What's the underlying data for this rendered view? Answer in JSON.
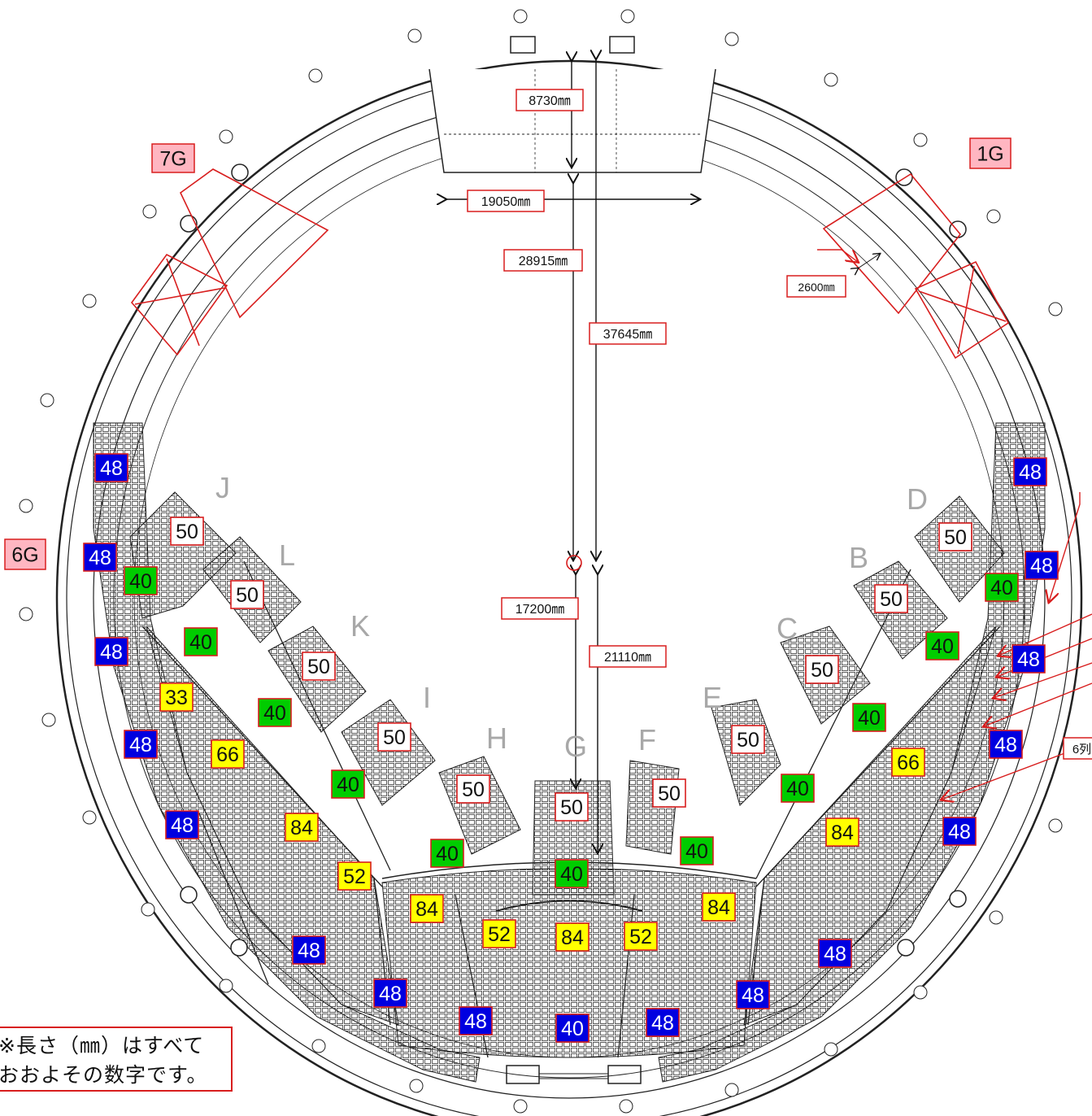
{
  "gates": [
    {
      "id": "g7",
      "label": "7G"
    },
    {
      "id": "g1",
      "label": "1G"
    },
    {
      "id": "g6",
      "label": "6G"
    }
  ],
  "dimensions": [
    {
      "id": "d8730",
      "label": "8730㎜"
    },
    {
      "id": "d19050",
      "label": "19050㎜"
    },
    {
      "id": "d28915",
      "label": "28915㎜"
    },
    {
      "id": "d37645",
      "label": "37645㎜"
    },
    {
      "id": "d2600",
      "label": "2600㎜"
    },
    {
      "id": "d17200",
      "label": "17200㎜"
    },
    {
      "id": "d21110",
      "label": "21110㎜"
    },
    {
      "id": "rows6",
      "label": "6列"
    }
  ],
  "blocks": [
    "J",
    "L",
    "K",
    "I",
    "H",
    "G",
    "F",
    "E",
    "C",
    "B",
    "D"
  ],
  "seat_counts": [
    {
      "v": "48",
      "c": "blue"
    },
    {
      "v": "48",
      "c": "blue"
    },
    {
      "v": "40",
      "c": "green"
    },
    {
      "v": "48",
      "c": "blue"
    },
    {
      "v": "48",
      "c": "blue"
    },
    {
      "v": "48",
      "c": "blue"
    },
    {
      "v": "33",
      "c": "yellow"
    },
    {
      "v": "66",
      "c": "yellow"
    },
    {
      "v": "50",
      "c": "white"
    },
    {
      "v": "50",
      "c": "white"
    },
    {
      "v": "40",
      "c": "green"
    },
    {
      "v": "50",
      "c": "white"
    },
    {
      "v": "40",
      "c": "green"
    },
    {
      "v": "40",
      "c": "green"
    },
    {
      "v": "84",
      "c": "yellow"
    },
    {
      "v": "50",
      "c": "white"
    },
    {
      "v": "52",
      "c": "yellow"
    },
    {
      "v": "84",
      "c": "yellow"
    },
    {
      "v": "50",
      "c": "white"
    },
    {
      "v": "40",
      "c": "green"
    },
    {
      "v": "52",
      "c": "yellow"
    },
    {
      "v": "50",
      "c": "white"
    },
    {
      "v": "40",
      "c": "green"
    },
    {
      "v": "84",
      "c": "yellow"
    },
    {
      "v": "50",
      "c": "white"
    },
    {
      "v": "40",
      "c": "green"
    },
    {
      "v": "52",
      "c": "yellow"
    },
    {
      "v": "84",
      "c": "yellow"
    },
    {
      "v": "50",
      "c": "white"
    },
    {
      "v": "40",
      "c": "green"
    },
    {
      "v": "84",
      "c": "yellow"
    },
    {
      "v": "66",
      "c": "yellow"
    },
    {
      "v": "50",
      "c": "white"
    },
    {
      "v": "40",
      "c": "green"
    },
    {
      "v": "50",
      "c": "white"
    },
    {
      "v": "40",
      "c": "green"
    },
    {
      "v": "50",
      "c": "white"
    },
    {
      "v": "40",
      "c": "green"
    },
    {
      "v": "48",
      "c": "blue"
    },
    {
      "v": "48",
      "c": "blue"
    },
    {
      "v": "48",
      "c": "blue"
    },
    {
      "v": "48",
      "c": "blue"
    },
    {
      "v": "48",
      "c": "blue"
    },
    {
      "v": "48",
      "c": "blue"
    },
    {
      "v": "48",
      "c": "blue"
    },
    {
      "v": "48",
      "c": "blue"
    },
    {
      "v": "48",
      "c": "blue"
    },
    {
      "v": "48",
      "c": "blue"
    },
    {
      "v": "40",
      "c": "blue"
    },
    {
      "v": "48",
      "c": "blue"
    },
    {
      "v": "48",
      "c": "blue"
    },
    {
      "v": "48",
      "c": "blue"
    }
  ],
  "colors": {
    "blue": "#0000e0",
    "green": "#00cc00",
    "yellow": "#ffff00",
    "white": "#ffffff",
    "gate_fill": "#ffb6c1",
    "annotation": "#d81e1e",
    "block_letter": "#a8a8a8",
    "line": "#222222"
  },
  "note": {
    "line1": "※長さ（㎜）はすべて",
    "line2": "おおよその数字です。"
  }
}
